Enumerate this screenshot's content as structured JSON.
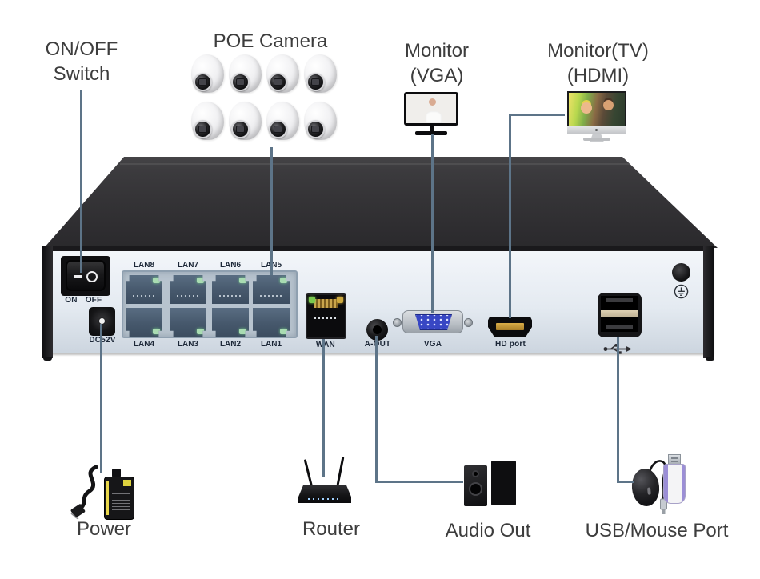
{
  "callouts": {
    "on_off_switch": {
      "line1": "ON/OFF",
      "line2": "Switch"
    },
    "poe_camera": "POE Camera",
    "monitor_vga": {
      "line1": "Monitor",
      "line2": "(VGA)"
    },
    "monitor_hdmi": {
      "line1": "Monitor(TV)",
      "line2": "(HDMI)"
    },
    "power": "Power",
    "router": "Router",
    "audio_out": "Audio Out",
    "usb_mouse": "USB/Mouse Port"
  },
  "rear_panel": {
    "switch_on": "ON",
    "switch_off": "OFF",
    "dc_label": "DC52V",
    "lan_top": [
      "LAN8",
      "LAN7",
      "LAN6",
      "LAN5"
    ],
    "lan_bottom": [
      "LAN4",
      "LAN3",
      "LAN2",
      "LAN1"
    ],
    "wan_label": "WAN",
    "audio_label": "A-OUT",
    "vga_label": "VGA",
    "hdmi_label": "HD port"
  },
  "icons": {
    "poe_camera": "dome-camera",
    "monitor_vga": "tv-monitor",
    "monitor_hdmi": "imac-monitor",
    "power_adapter": "power-brick-with-cord",
    "router": "wifi-router-two-antennas",
    "speakers": "stereo-speakers",
    "mouse": "usb-mouse",
    "usb_drive": "usb-flash-drive",
    "usb_symbol": "usb-trident",
    "ground_symbol": "earth-ground"
  },
  "colors": {
    "connector_line": "#5d7488",
    "label_text": "#3d3d3d",
    "chassis": "#343336",
    "rear_panel": "#e4eaf1",
    "lan_plate": "#b7c3ce",
    "lan_port": "#46586c",
    "led_green": "#a9dcb2",
    "vga_blue": "#3847c4",
    "hdmi_gold": "#c79b3a"
  }
}
